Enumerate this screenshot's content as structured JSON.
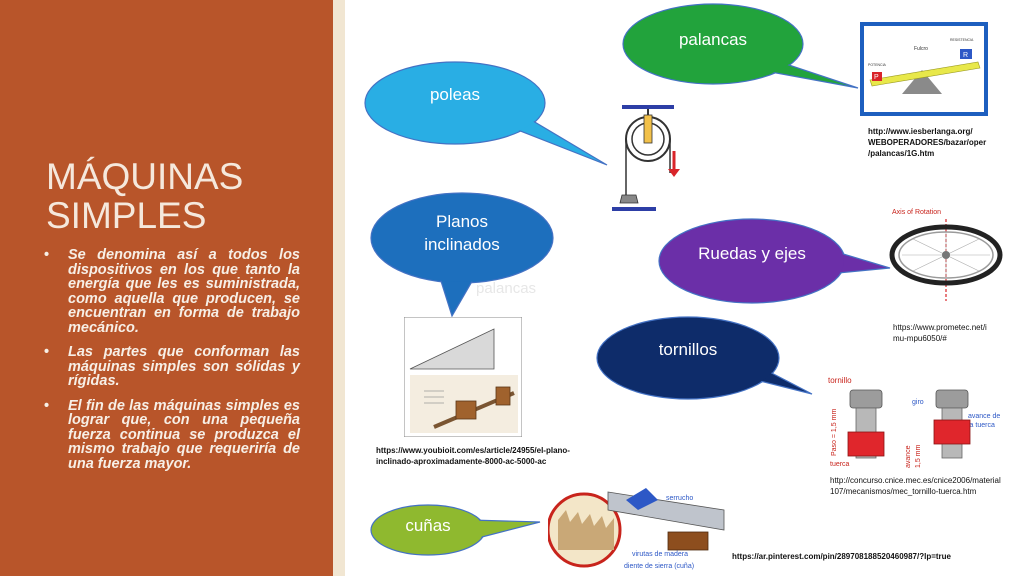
{
  "slide": {
    "title_line1": "MÁQUINAS",
    "title_line2": "SIMPLES",
    "bullets": [
      "Se denomina así a todos los dispositivos en los que tanto la energía que les es suministrada, como aquella que producen, se encuentran en forma de trabajo mecánico.",
      "Las partes que conforman las máquinas simples son sólidas y rígidas.",
      "El fin de las máquinas simples es lograr que, con una pequeña fuerza continua se produzca el mismo trabajo que requeriría de una fuerza mayor."
    ],
    "bullet_symbol": "•"
  },
  "bubbles": {
    "palancas": "palancas",
    "poleas": "poleas",
    "planos_line1": "Planos",
    "planos_line2": "inclinados",
    "ruedas": "Ruedas y ejes",
    "tornillos": "tornillos",
    "cunas": "cuñas",
    "ghost_text": "palancas"
  },
  "urls": {
    "palancas_1": "http://www.iesberlanga.org/",
    "palancas_2": "WEBOPERADORES/bazar/oper",
    "palancas_3": "/palancas/1G.htm",
    "ruedas_1": "https://www.prometec.net/i",
    "ruedas_2": "mu-mpu6050/#",
    "planos_1": "https://www.youbioit.com/es/article/24955/el-plano-",
    "planos_2": "inclinado-aproximadamente-8000-ac-5000-ac",
    "tornillos_1": "http://concurso.cnice.mec.es/cnice2006/material",
    "tornillos_2": "107/mecanismos/mec_tornillo-tuerca.htm",
    "cunas_1": "https://ar.pinterest.com/pin/289708188520460987/?lp=true"
  },
  "illustrations": {
    "lever_labels": {
      "fulcrum": "Fulcro",
      "resistance": "RESISTENCIA",
      "power": "POTENCIA",
      "p": "P",
      "r": "R"
    },
    "wheel_label": "Axis of Rotation",
    "screw_labels": {
      "tornillo": "tornillo",
      "giro": "giro",
      "avance": "avance de",
      "avance2": "la tuerca",
      "paso": "Paso = 1,5 mm",
      "tuerca": "tuerca",
      "avance_v": "avance",
      "avance_v2": "1,5 mm"
    },
    "saw_labels": {
      "serrucho": "serrucho",
      "virutas": "virutas de madera",
      "diente": "diente de sierra (cuña)"
    }
  },
  "colors": {
    "sidebar": "#b8552a",
    "palancas_bubble": "#22a33c",
    "poleas_bubble": "#29aee4",
    "planos_bubble": "#1d6fbd",
    "ruedas_bubble": "#6b2fa8",
    "tornillos_bubble": "#0e2c6a",
    "cunas_bubble": "#8fb92f"
  }
}
